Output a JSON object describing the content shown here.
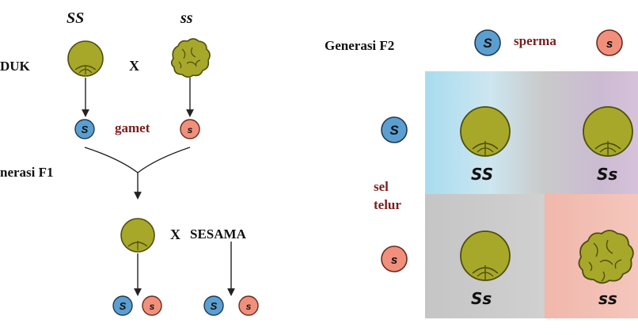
{
  "left": {
    "parent_dominant_genotype": "SS",
    "parent_recessive_genotype": "ss",
    "parent_label": "DUK",
    "cross_symbol": "X",
    "gamete_label": "gamet",
    "f1_label": "nerasi F1",
    "self_cross_symbol": "X",
    "self_cross_label": "SESAMA",
    "allele_dominant": "S",
    "allele_recessive": "s"
  },
  "right": {
    "f2_label": "Generasi F2",
    "sperm_label": "sperma",
    "egg_label_line1": "sel",
    "egg_label_line2": "telur",
    "allele_dominant": "S",
    "allele_recessive": "s",
    "cells": [
      {
        "genotype": "SS",
        "phenotype": "smooth"
      },
      {
        "genotype": "Ss",
        "phenotype": "smooth"
      },
      {
        "genotype": "Ss",
        "phenotype": "smooth"
      },
      {
        "genotype": "ss",
        "phenotype": "wrinkled"
      }
    ]
  },
  "colors": {
    "dominant_allele": "#5b9fd0",
    "recessive_allele": "#f0907c",
    "pea": "#a7a82a",
    "label_maroon": "#7a1e1e"
  }
}
